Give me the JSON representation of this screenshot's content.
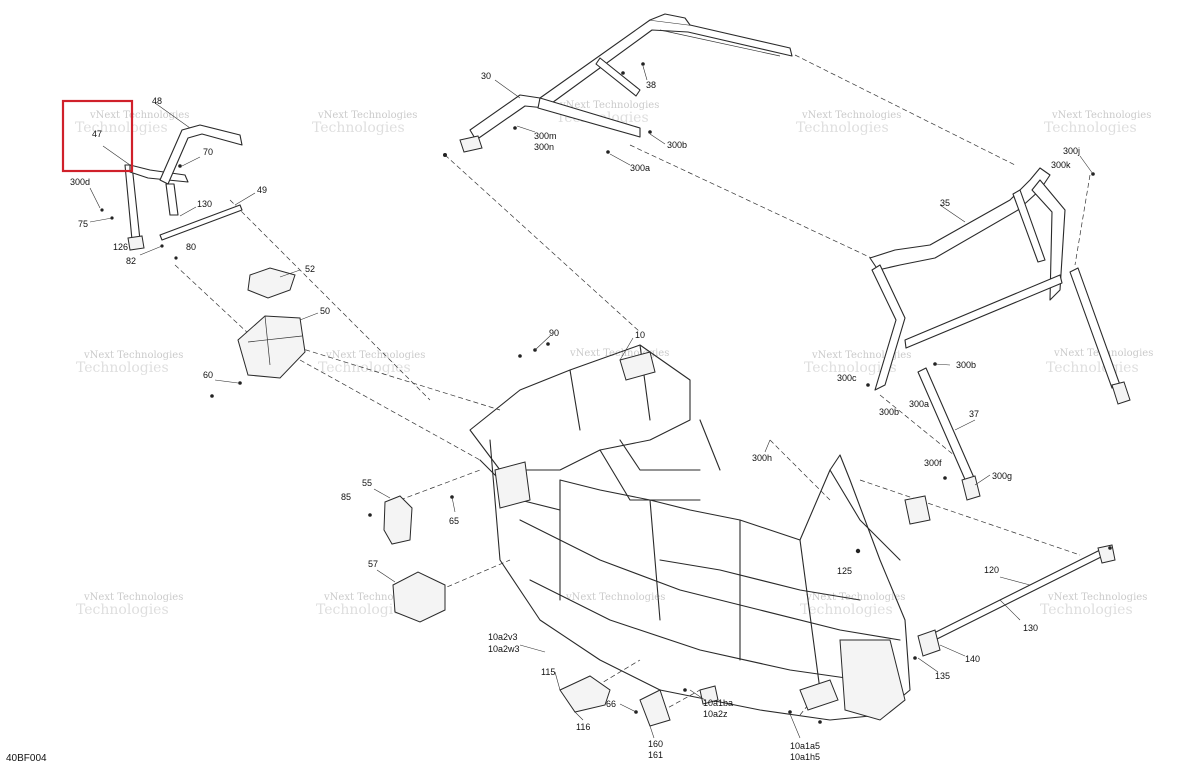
{
  "diagram_code": "40BF004",
  "watermark_text": "vNext Technologies",
  "watermark_large": "Technologies",
  "highlight": {
    "color": "#d0202a",
    "part": "47"
  },
  "callouts": {
    "c30": "30",
    "c38": "38",
    "c300m": "300m",
    "c300n": "300n",
    "c300b_top": "300b",
    "c300a_top": "300a",
    "c48": "48",
    "c47": "47",
    "c70": "70",
    "c300d": "300d",
    "c75": "75",
    "c126": "126",
    "c82": "82",
    "c80": "80",
    "c130_top": "130",
    "c49": "49",
    "c52": "52",
    "c50": "50",
    "c60": "60",
    "c90": "90",
    "c10": "10",
    "c35": "35",
    "c300j": "300j",
    "c300k": "300k",
    "c300c": "300c",
    "c300b_mid1": "300b",
    "c300b_mid2": "300b",
    "c300a_mid": "300a",
    "c37": "37",
    "c300h": "300h",
    "c300f": "300f",
    "c300g": "300g",
    "c55": "55",
    "c85": "85",
    "c65": "65",
    "c57": "57",
    "c125": "125",
    "c120": "120",
    "c130_right": "130",
    "c140": "140",
    "c135": "135",
    "c10a2v3": "10a2v3",
    "c10a2w3": "10a2w3",
    "c115": "115",
    "c116": "116",
    "c66": "66",
    "c160": "160",
    "c161": "161",
    "c10a1ba": "10a1ba",
    "c10a2z": "10a2z",
    "c10a1a5": "10a1a5",
    "c10a1h5": "10a1h5"
  }
}
